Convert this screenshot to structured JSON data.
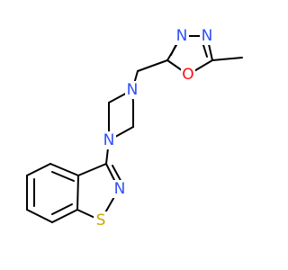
{
  "molecule": {
    "colors": {
      "bond": "#000000",
      "N": "#3050F8",
      "O": "#FF0D0D",
      "S": "#C8A800"
    },
    "atoms": [
      {
        "id": "N_oxd_a",
        "label": "N",
        "element": "N"
      },
      {
        "id": "N_oxd_b",
        "label": "N",
        "element": "N"
      },
      {
        "id": "O_oxd",
        "label": "O",
        "element": "O"
      },
      {
        "id": "N_pip_top",
        "label": "N",
        "element": "N"
      },
      {
        "id": "N_pip_bot",
        "label": "N",
        "element": "N"
      },
      {
        "id": "N_isothz",
        "label": "N",
        "element": "N"
      },
      {
        "id": "S_isothz",
        "label": "S",
        "element": "S"
      }
    ]
  }
}
